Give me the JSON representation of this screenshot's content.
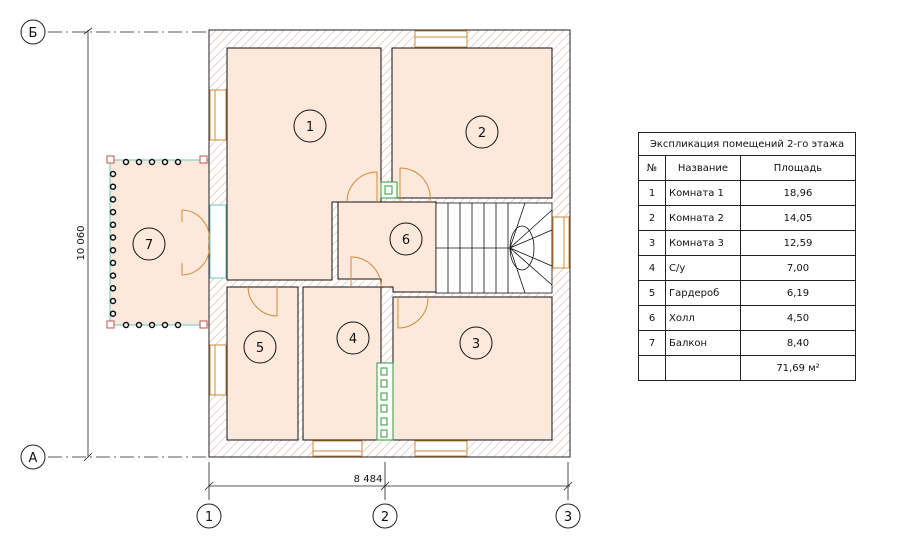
{
  "plan": {
    "axes": {
      "top": "Б",
      "bottom": "А",
      "col1": "1",
      "col2": "2",
      "col3": "3"
    },
    "dimensions": {
      "width": "8 484",
      "height": "10 060"
    },
    "room_labels": [
      "1",
      "2",
      "3",
      "4",
      "5",
      "6",
      "7"
    ]
  },
  "table": {
    "title": "Экспликация помещений 2-го этажа",
    "headers": [
      "№",
      "Название",
      "Площадь"
    ],
    "rows": [
      [
        "1",
        "Комната 1",
        "18,96"
      ],
      [
        "2",
        "Комната 2",
        "14,05"
      ],
      [
        "3",
        "Комната 3",
        "12,59"
      ],
      [
        "4",
        "С/у",
        "7,00"
      ],
      [
        "5",
        "Гардероб",
        "6,19"
      ],
      [
        "6",
        "Холл",
        "4,50"
      ],
      [
        "7",
        "Балкон",
        "8,40"
      ]
    ],
    "total": "71,69 м²"
  },
  "colors": {
    "floor": "#fde9dc",
    "wall_hatch": "#c9a9a0",
    "door": "#d08a3a",
    "vent": "#2e9a3a",
    "glass": "#6cc6c0"
  }
}
